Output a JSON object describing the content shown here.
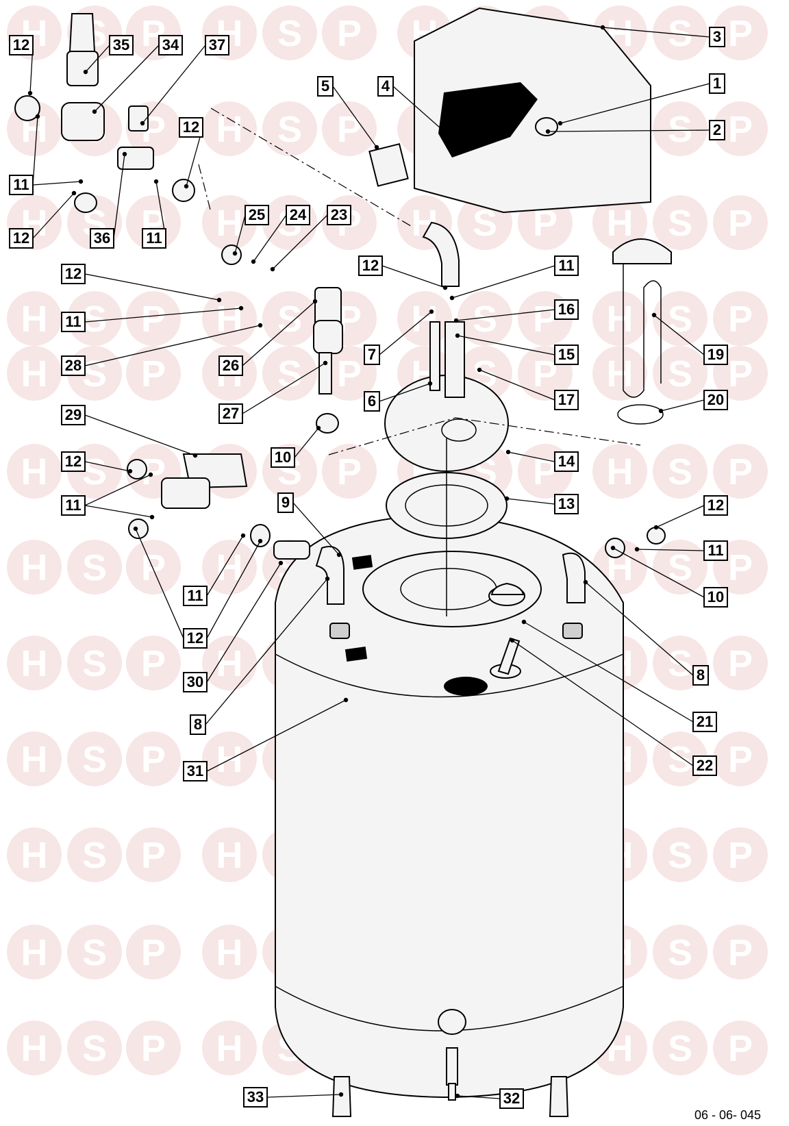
{
  "watermark": {
    "letters": [
      "H",
      "S",
      "P"
    ],
    "color": "#f7e6e6"
  },
  "drawing_ref": "06 - 06- 045",
  "callouts": [
    {
      "id": "c12a",
      "label": "12"
    },
    {
      "id": "c35",
      "label": "35"
    },
    {
      "id": "c34",
      "label": "34"
    },
    {
      "id": "c37",
      "label": "37"
    },
    {
      "id": "c12b",
      "label": "12"
    },
    {
      "id": "c11a",
      "label": "11"
    },
    {
      "id": "c12c",
      "label": "12"
    },
    {
      "id": "c36",
      "label": "36"
    },
    {
      "id": "c11b",
      "label": "11"
    },
    {
      "id": "c25",
      "label": "25"
    },
    {
      "id": "c24",
      "label": "24"
    },
    {
      "id": "c23",
      "label": "23"
    },
    {
      "id": "c12d",
      "label": "12"
    },
    {
      "id": "c11c",
      "label": "11"
    },
    {
      "id": "c28",
      "label": "28"
    },
    {
      "id": "c26",
      "label": "26"
    },
    {
      "id": "c27",
      "label": "27"
    },
    {
      "id": "c29",
      "label": "29"
    },
    {
      "id": "c12e",
      "label": "12"
    },
    {
      "id": "c11d",
      "label": "11"
    },
    {
      "id": "c10a",
      "label": "10"
    },
    {
      "id": "c9",
      "label": "9"
    },
    {
      "id": "c11e",
      "label": "11"
    },
    {
      "id": "c12f",
      "label": "12"
    },
    {
      "id": "c30",
      "label": "30"
    },
    {
      "id": "c8a",
      "label": "8"
    },
    {
      "id": "c31",
      "label": "31"
    },
    {
      "id": "c3",
      "label": "3"
    },
    {
      "id": "c1",
      "label": "1"
    },
    {
      "id": "c2",
      "label": "2"
    },
    {
      "id": "c5",
      "label": "5"
    },
    {
      "id": "c4",
      "label": "4"
    },
    {
      "id": "c12g",
      "label": "12"
    },
    {
      "id": "c11f",
      "label": "11"
    },
    {
      "id": "c16",
      "label": "16"
    },
    {
      "id": "c7",
      "label": "7"
    },
    {
      "id": "c15",
      "label": "15"
    },
    {
      "id": "c6",
      "label": "6"
    },
    {
      "id": "c17",
      "label": "17"
    },
    {
      "id": "c19",
      "label": "19"
    },
    {
      "id": "c20",
      "label": "20"
    },
    {
      "id": "c14",
      "label": "14"
    },
    {
      "id": "c13",
      "label": "13"
    },
    {
      "id": "c12h",
      "label": "12"
    },
    {
      "id": "c11g",
      "label": "11"
    },
    {
      "id": "c10b",
      "label": "10"
    },
    {
      "id": "c8b",
      "label": "8"
    },
    {
      "id": "c21",
      "label": "21"
    },
    {
      "id": "c22",
      "label": "22"
    },
    {
      "id": "c33",
      "label": "33"
    },
    {
      "id": "c32",
      "label": "32"
    }
  ]
}
